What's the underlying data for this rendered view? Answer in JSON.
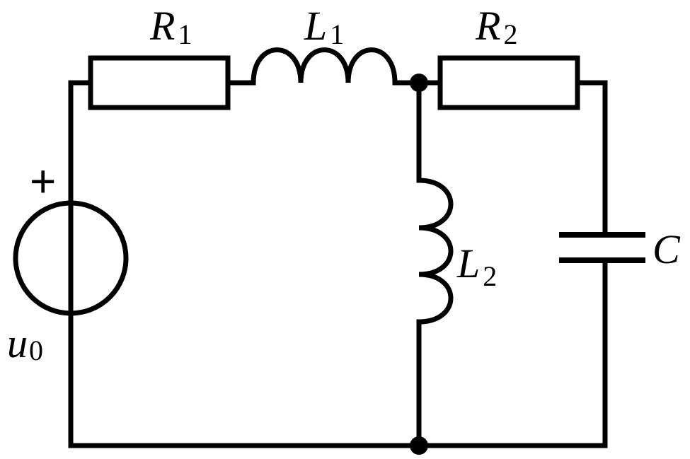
{
  "labels": {
    "R1": {
      "main": "R",
      "sub": "1"
    },
    "L1": {
      "main": "L",
      "sub": "1"
    },
    "R2": {
      "main": "R",
      "sub": "2"
    },
    "L2": {
      "main": "L",
      "sub": "2"
    },
    "C": {
      "main": "C"
    },
    "u0": {
      "main": "u",
      "sub": "0"
    },
    "plus": "+"
  }
}
